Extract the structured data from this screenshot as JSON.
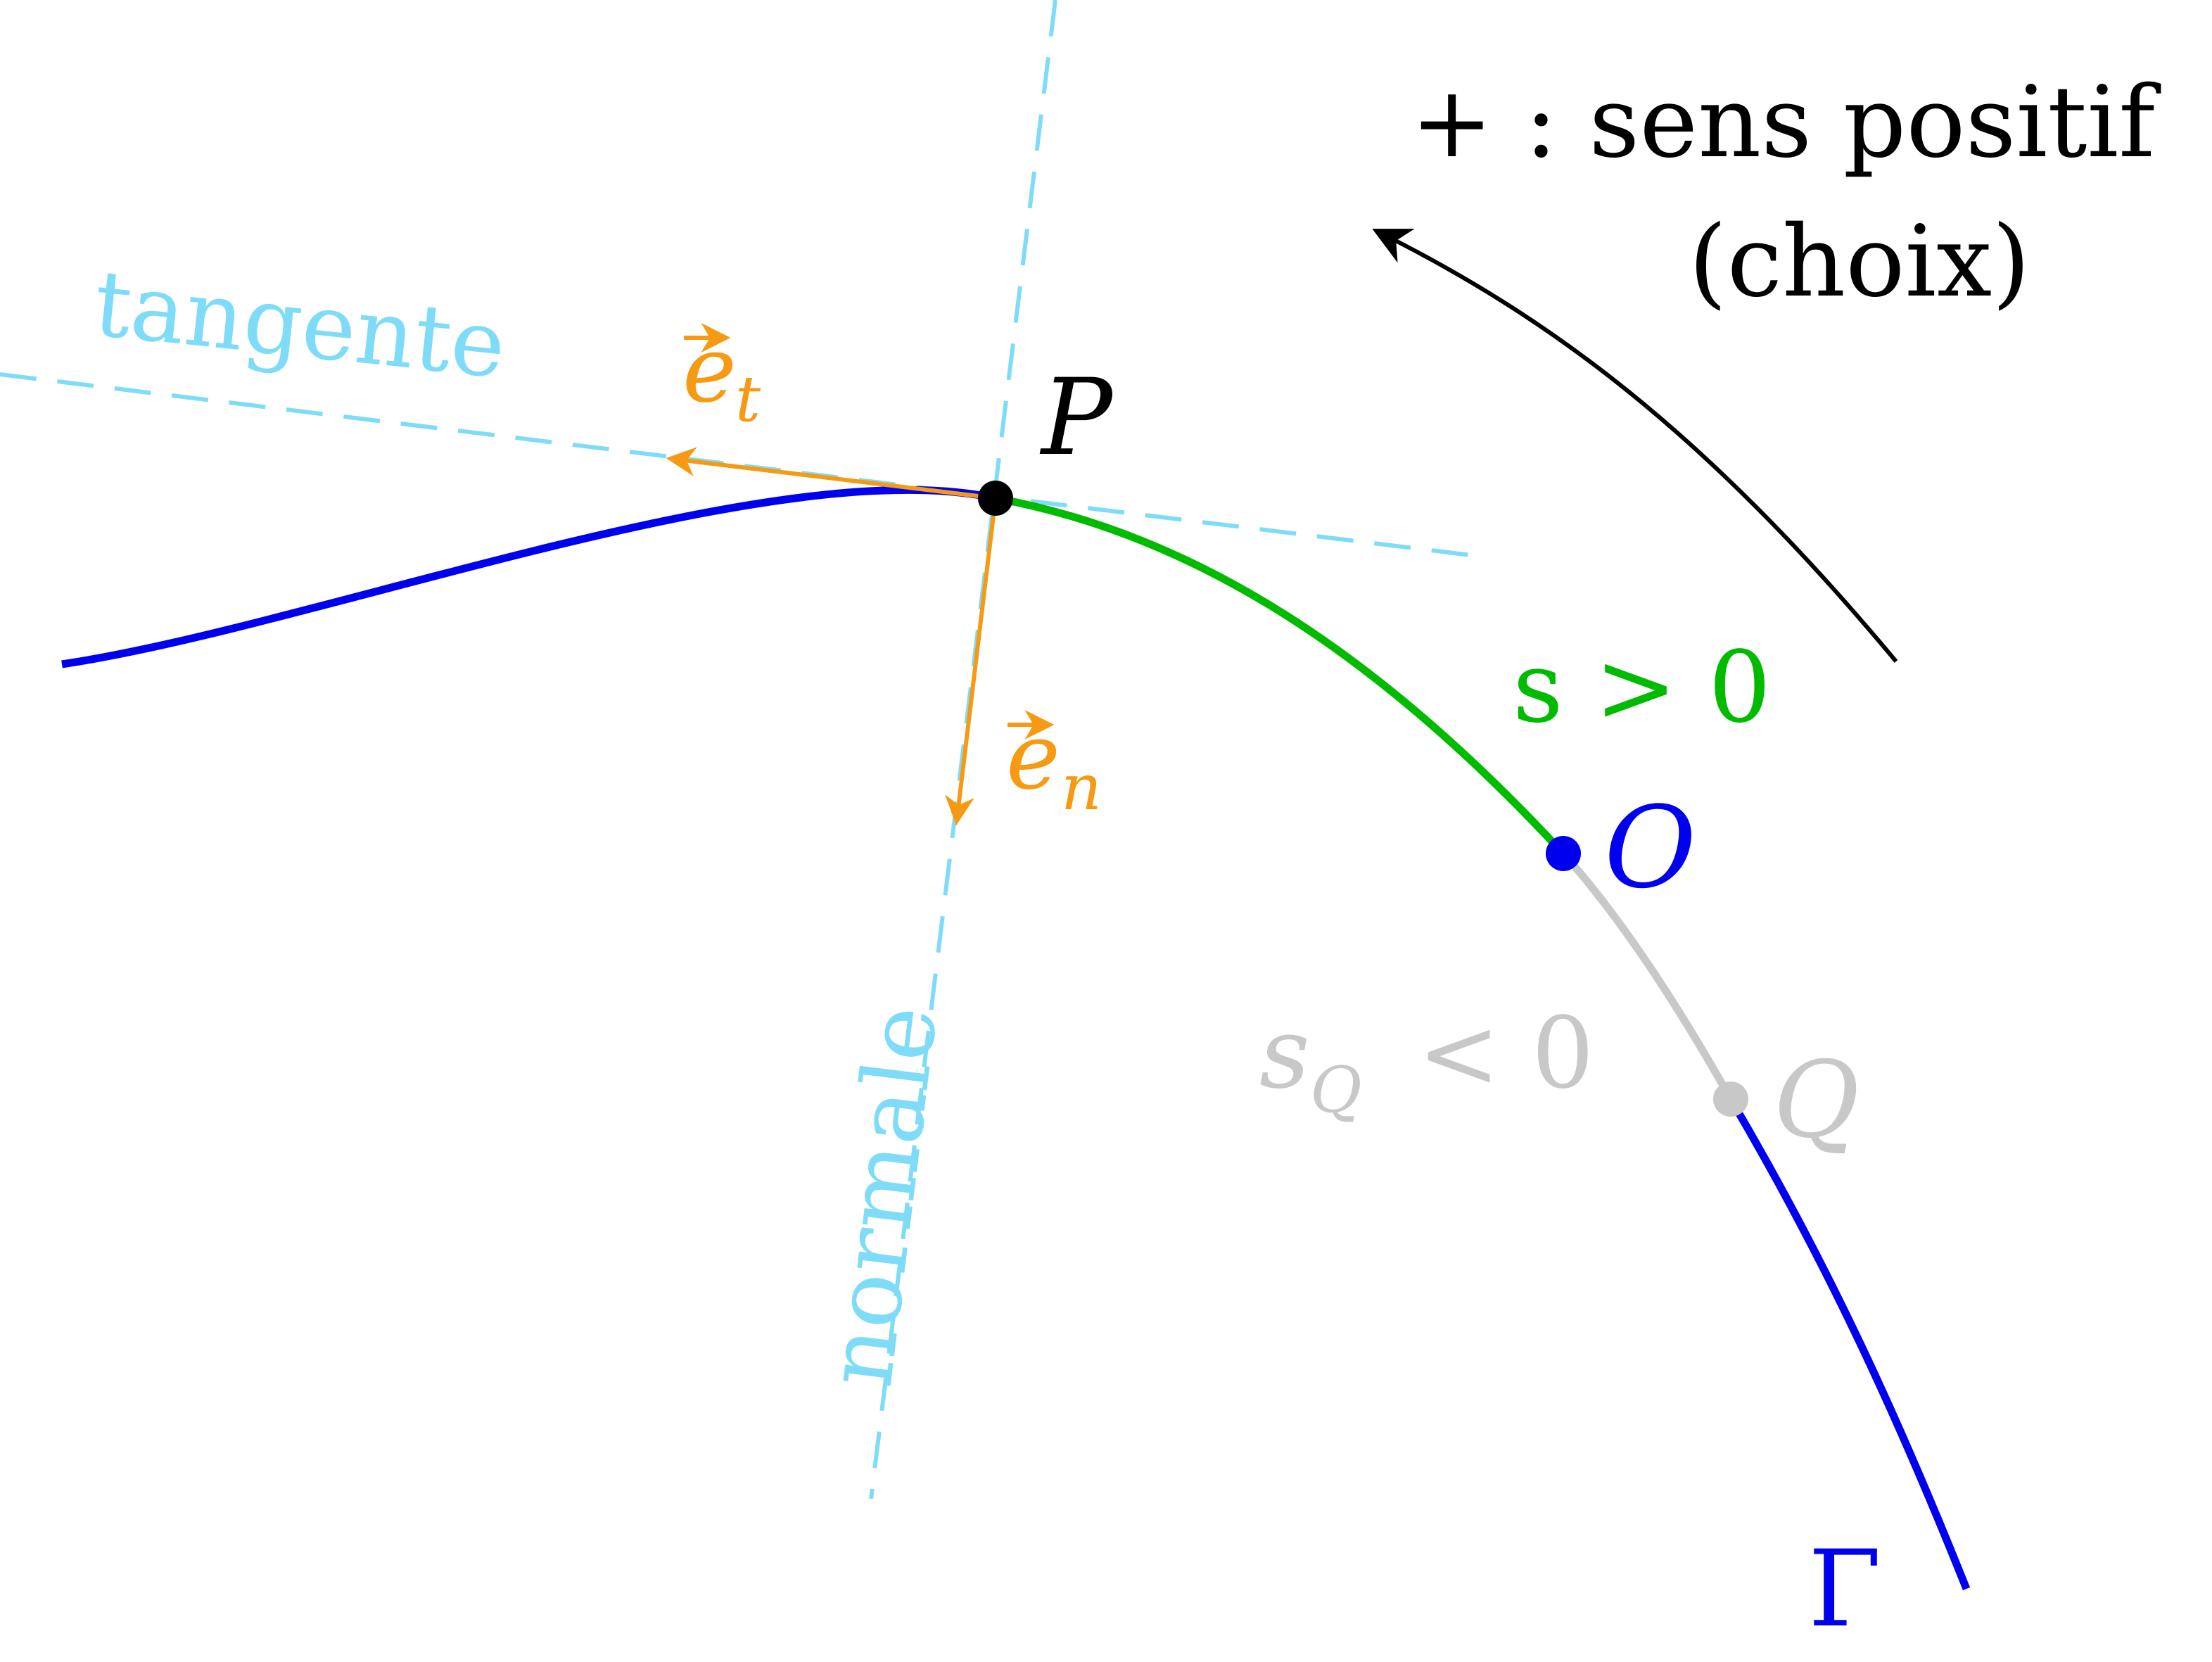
{
  "colors": {
    "curve": "#0000ee",
    "arc_positive": "#00bb00",
    "arc_negative": "#c8c8c8",
    "guide_lines": "#7fdcf8",
    "vectors": "#f59a12",
    "ink": "#000000"
  },
  "labels": {
    "tangent": "tangente",
    "normal": "normale",
    "e_t": "e",
    "e_t_sub": "t",
    "e_n": "e",
    "e_n_sub": "n",
    "point_P": "P",
    "point_O": "O",
    "point_Q": "Q",
    "curve_name": "Γ",
    "s_positive": "s > 0",
    "s_q_symbol": "s",
    "s_q_sub": "Q",
    "s_q_rest": "< 0",
    "direction_line1": "+ : sens positif",
    "direction_line2": "(choix)"
  }
}
